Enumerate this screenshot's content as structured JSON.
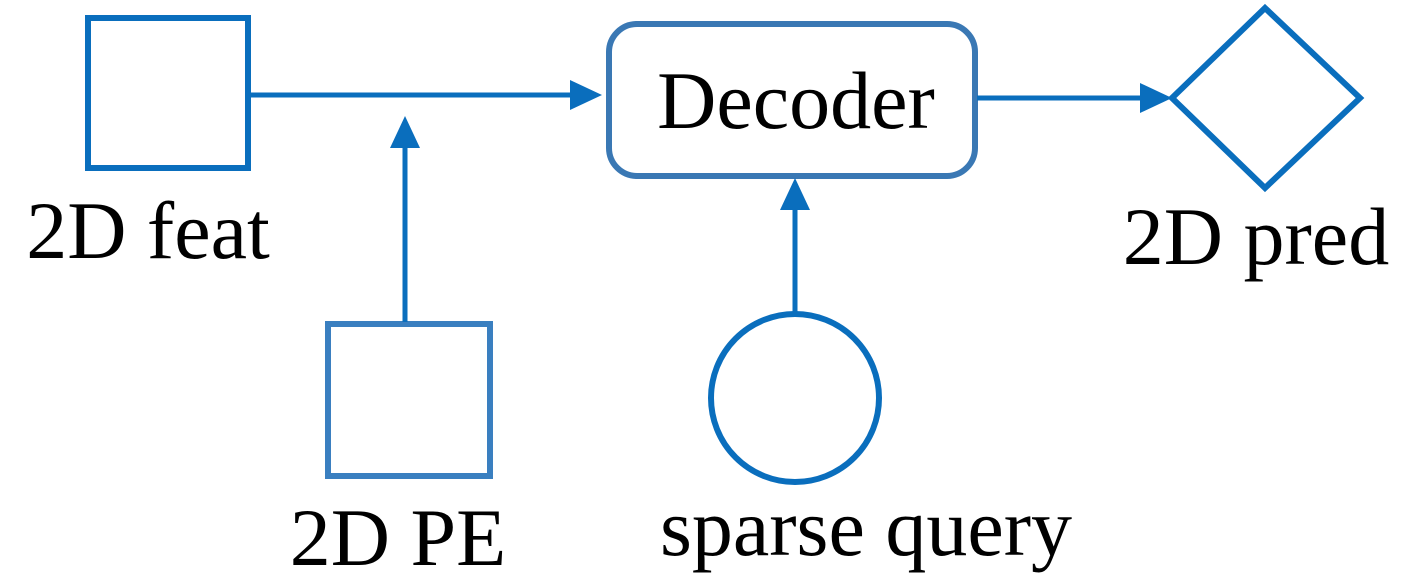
{
  "colors": {
    "line": "#0a6ebd",
    "box": "#0a6ebd",
    "pe_box": "#3a7fc0",
    "decoder_box": "#3a78b4",
    "text": "#000000",
    "background": "#ffffff"
  },
  "nodes": {
    "feat_label": "2D feat",
    "pe_label": "2D PE",
    "decoder_label": "Decoder",
    "query_label": "sparse query",
    "pred_label": "2D pred"
  },
  "shapes": {
    "feat": "square",
    "pe": "square",
    "decoder": "rounded-rectangle",
    "query": "circle",
    "pred": "diamond"
  }
}
